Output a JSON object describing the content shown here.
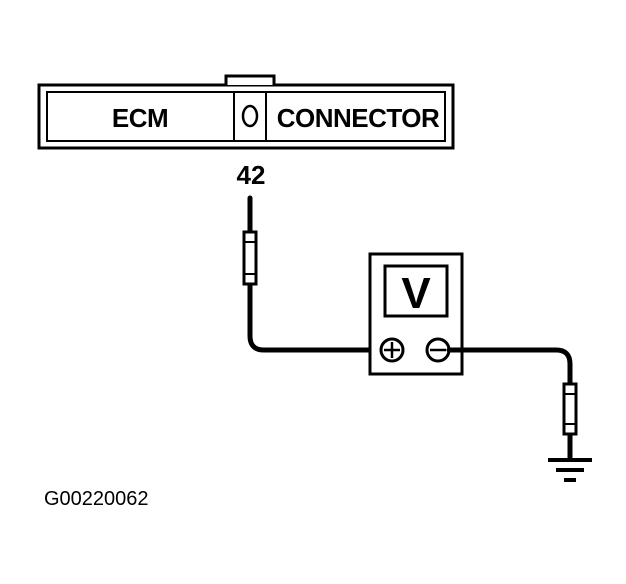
{
  "connector": {
    "left_label": "ECM",
    "right_label": "CONNECTOR"
  },
  "pin": {
    "number": "42"
  },
  "meter": {
    "unit_label": "V",
    "positive_terminal": "positive-terminal-icon",
    "negative_terminal": "negative-terminal-icon"
  },
  "ground": {
    "icon": "ground-icon"
  },
  "figure": {
    "code": "G00220062"
  },
  "colors": {
    "line": "#000000",
    "background": "#ffffff"
  }
}
